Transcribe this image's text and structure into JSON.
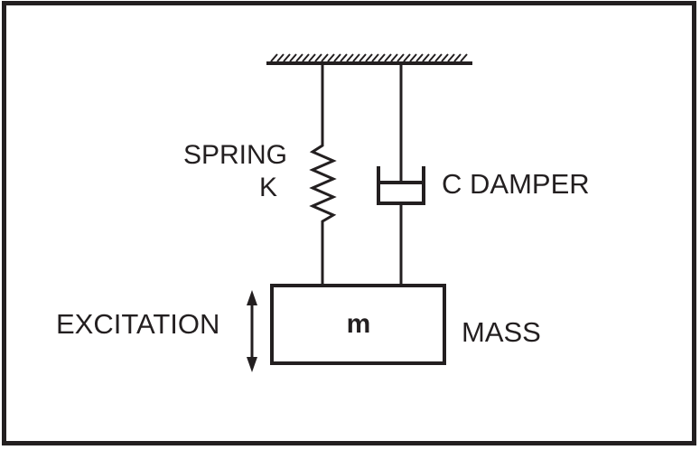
{
  "colors": {
    "ink": "#231f20",
    "background": "#ffffff"
  },
  "labels": {
    "spring": "SPRING",
    "spring_constant": "K",
    "damper": "C DAMPER",
    "mass": "MASS",
    "mass_symbol": "m",
    "excitation": "EXCITATION"
  }
}
